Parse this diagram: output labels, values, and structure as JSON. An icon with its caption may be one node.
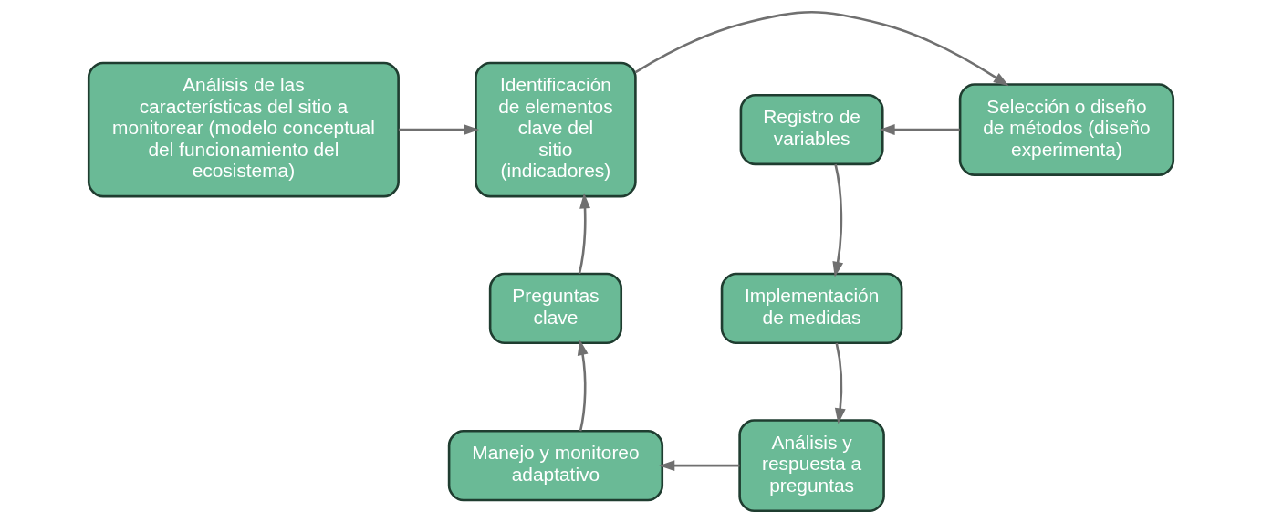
{
  "diagram": {
    "nodes": [
      {
        "text": [
          "Análisis de las características del sitio a monitorear (modelo conceptual del funcionamiento del ecosistema)"
        ]
      },
      {
        "text": [
          "Identificación de elementos clave del sitio (indicadores)"
        ]
      },
      {
        "text": [
          "Selección o diseño de métodos (diseño experimenta)"
        ]
      },
      {
        "text": [
          "Registro de variables"
        ]
      },
      {
        "text": [
          "Preguntas clave"
        ]
      },
      {
        "text": [
          "Implementación de medidas"
        ]
      },
      {
        "text": [
          "Manejo y monitoreo adaptativo"
        ]
      },
      {
        "text": [
          "Análisis y respuesta a preguntas"
        ]
      }
    ],
    "edges": [
      {
        "from": 0,
        "to": 1,
        "arrow": "to"
      },
      {
        "from": 1,
        "to": 2,
        "arrow": "to"
      },
      {
        "from": 2,
        "to": 3,
        "arrow": "to"
      },
      {
        "from": 3,
        "to": 5,
        "arrow": "to"
      },
      {
        "from": 5,
        "to": 7,
        "arrow": "to"
      },
      {
        "from": 7,
        "to": 6,
        "arrow": "to"
      },
      {
        "from": 6,
        "to": 4,
        "arrow": "to"
      },
      {
        "from": 4,
        "to": 1,
        "arrow": "to"
      }
    ]
  }
}
